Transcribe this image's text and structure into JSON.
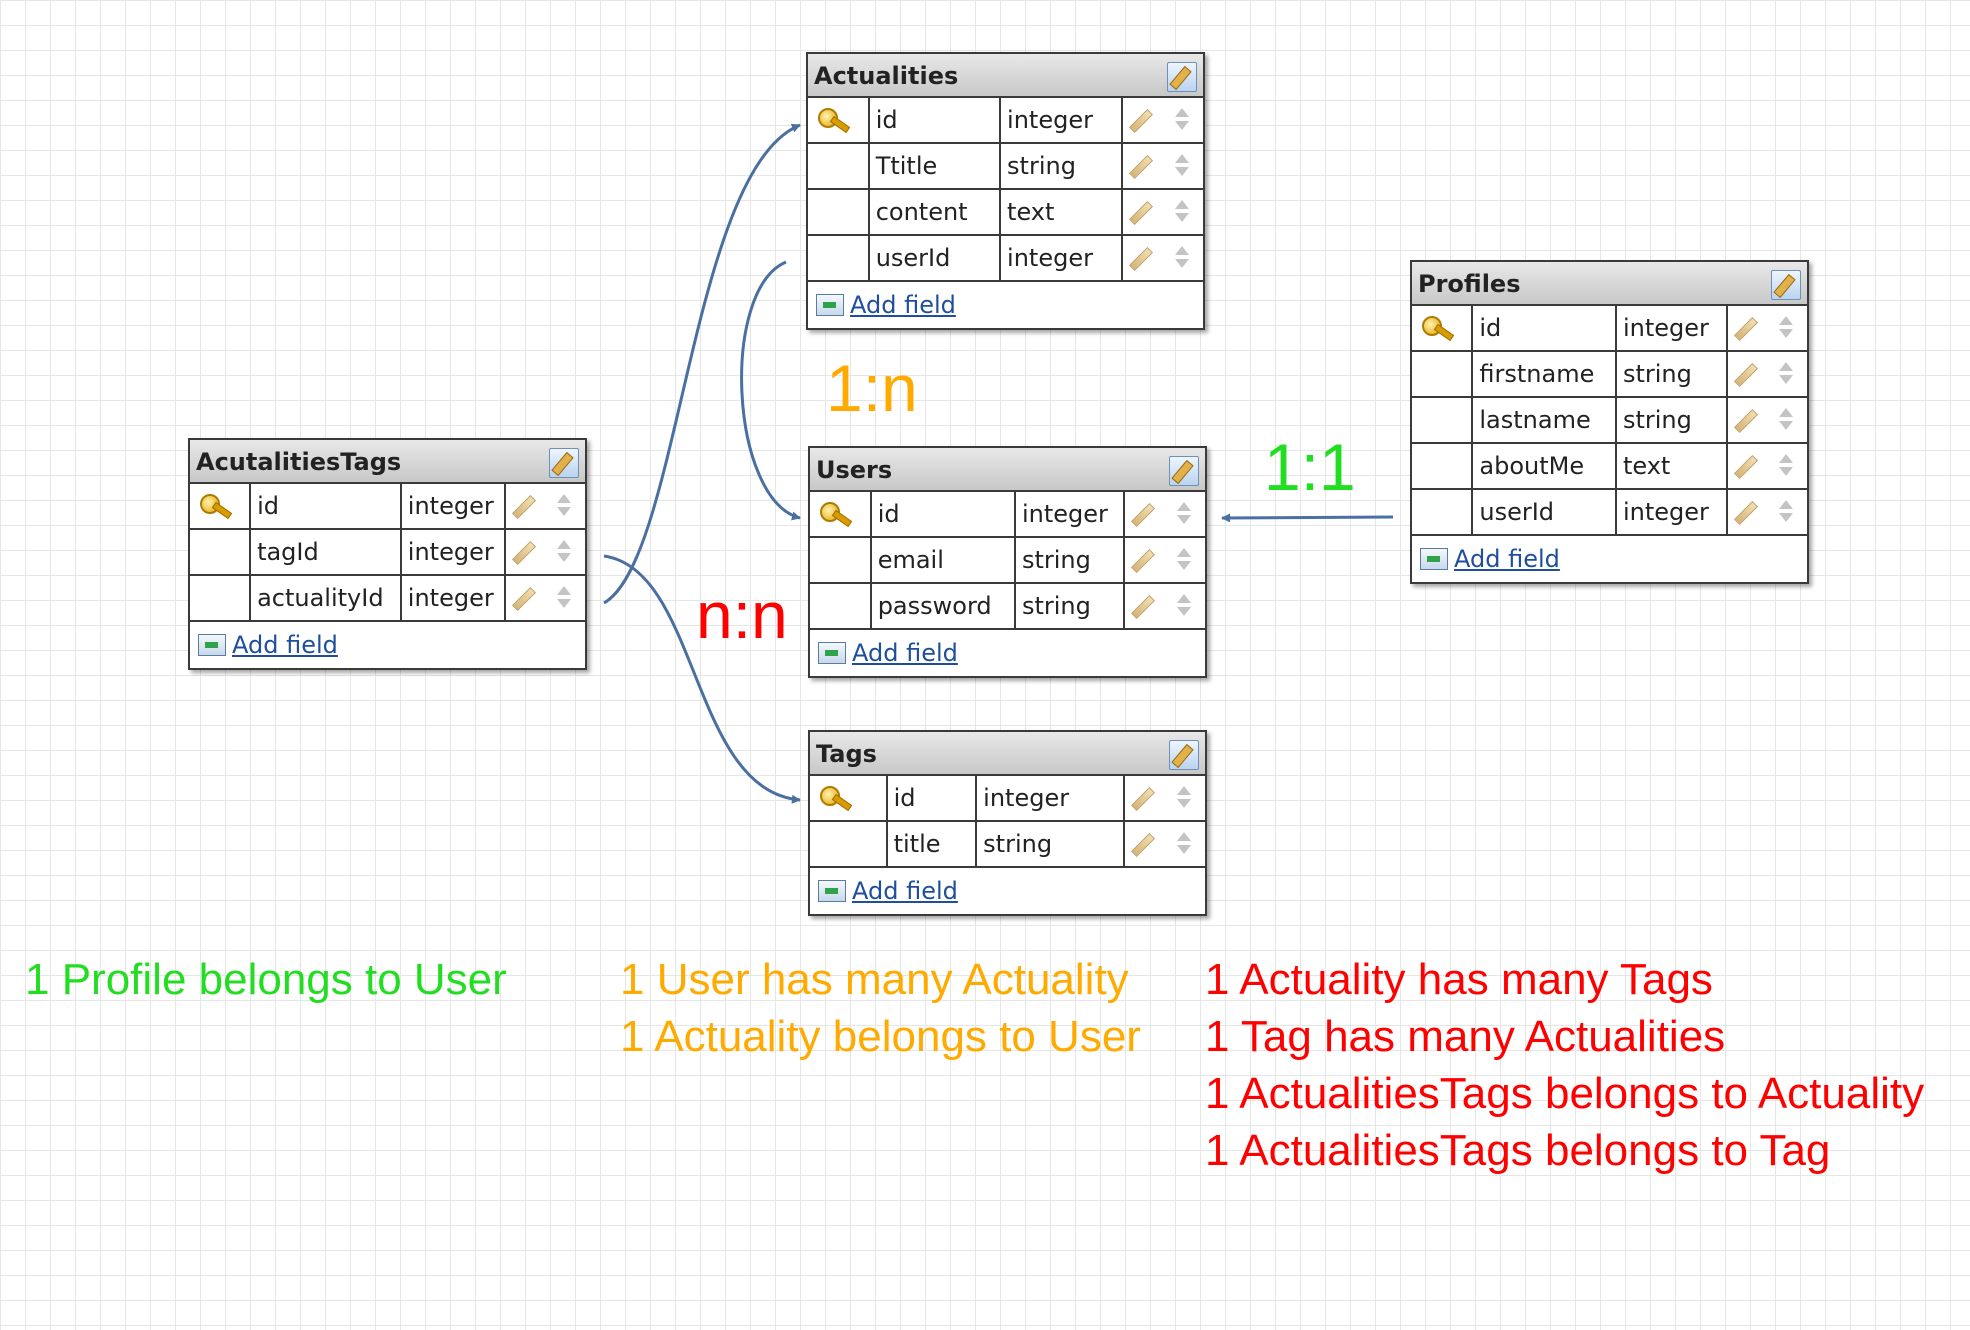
{
  "colors": {
    "connector": "#4a6fa0",
    "one_to_one": "#22dd22",
    "one_to_many": "#ffaa00",
    "many_to_many": "#ff0000"
  },
  "icons": [
    "edit-icon",
    "key-icon",
    "pencil-icon",
    "sort-icon",
    "add-field-icon"
  ],
  "entities": [
    {
      "title": "Actualities",
      "add_label": "Add field",
      "fields": [
        {
          "key": true,
          "name": "id",
          "type": "integer"
        },
        {
          "key": false,
          "name": "Ttitle",
          "type": "string"
        },
        {
          "key": false,
          "name": "content",
          "type": "text"
        },
        {
          "key": false,
          "name": "userId",
          "type": "integer"
        }
      ]
    },
    {
      "title": "Profiles",
      "add_label": "Add field",
      "fields": [
        {
          "key": true,
          "name": "id",
          "type": "integer"
        },
        {
          "key": false,
          "name": "firstname",
          "type": "string"
        },
        {
          "key": false,
          "name": "lastname",
          "type": "string"
        },
        {
          "key": false,
          "name": "aboutMe",
          "type": "text"
        },
        {
          "key": false,
          "name": "userId",
          "type": "integer"
        }
      ]
    },
    {
      "title": "AcutalitiesTags",
      "add_label": "Add field",
      "fields": [
        {
          "key": true,
          "name": "id",
          "type": "integer"
        },
        {
          "key": false,
          "name": "tagId",
          "type": "integer"
        },
        {
          "key": false,
          "name": "actualityId",
          "type": "integer"
        }
      ]
    },
    {
      "title": "Users",
      "add_label": "Add field",
      "fields": [
        {
          "key": true,
          "name": "id",
          "type": "integer"
        },
        {
          "key": false,
          "name": "email",
          "type": "string"
        },
        {
          "key": false,
          "name": "password",
          "type": "string"
        }
      ]
    },
    {
      "title": "Tags",
      "add_label": "Add field",
      "fields": [
        {
          "key": true,
          "name": "id",
          "type": "integer"
        },
        {
          "key": false,
          "name": "title",
          "type": "string"
        }
      ]
    }
  ],
  "relations": {
    "one_to_many": "1:n",
    "one_to_one": "1:1",
    "many_to_many": "n:n"
  },
  "notes": {
    "profile_user": [
      "1 Profile belongs to User"
    ],
    "user_actuality": [
      "1 User has many Actuality",
      "1 Actuality belongs to User"
    ],
    "actuality_tags": [
      "1 Actuality has many Tags",
      "1 Tag has many Actualities",
      "1 ActualitiesTags belongs to Actuality",
      "1 ActualitiesTags belongs to Tag"
    ]
  }
}
